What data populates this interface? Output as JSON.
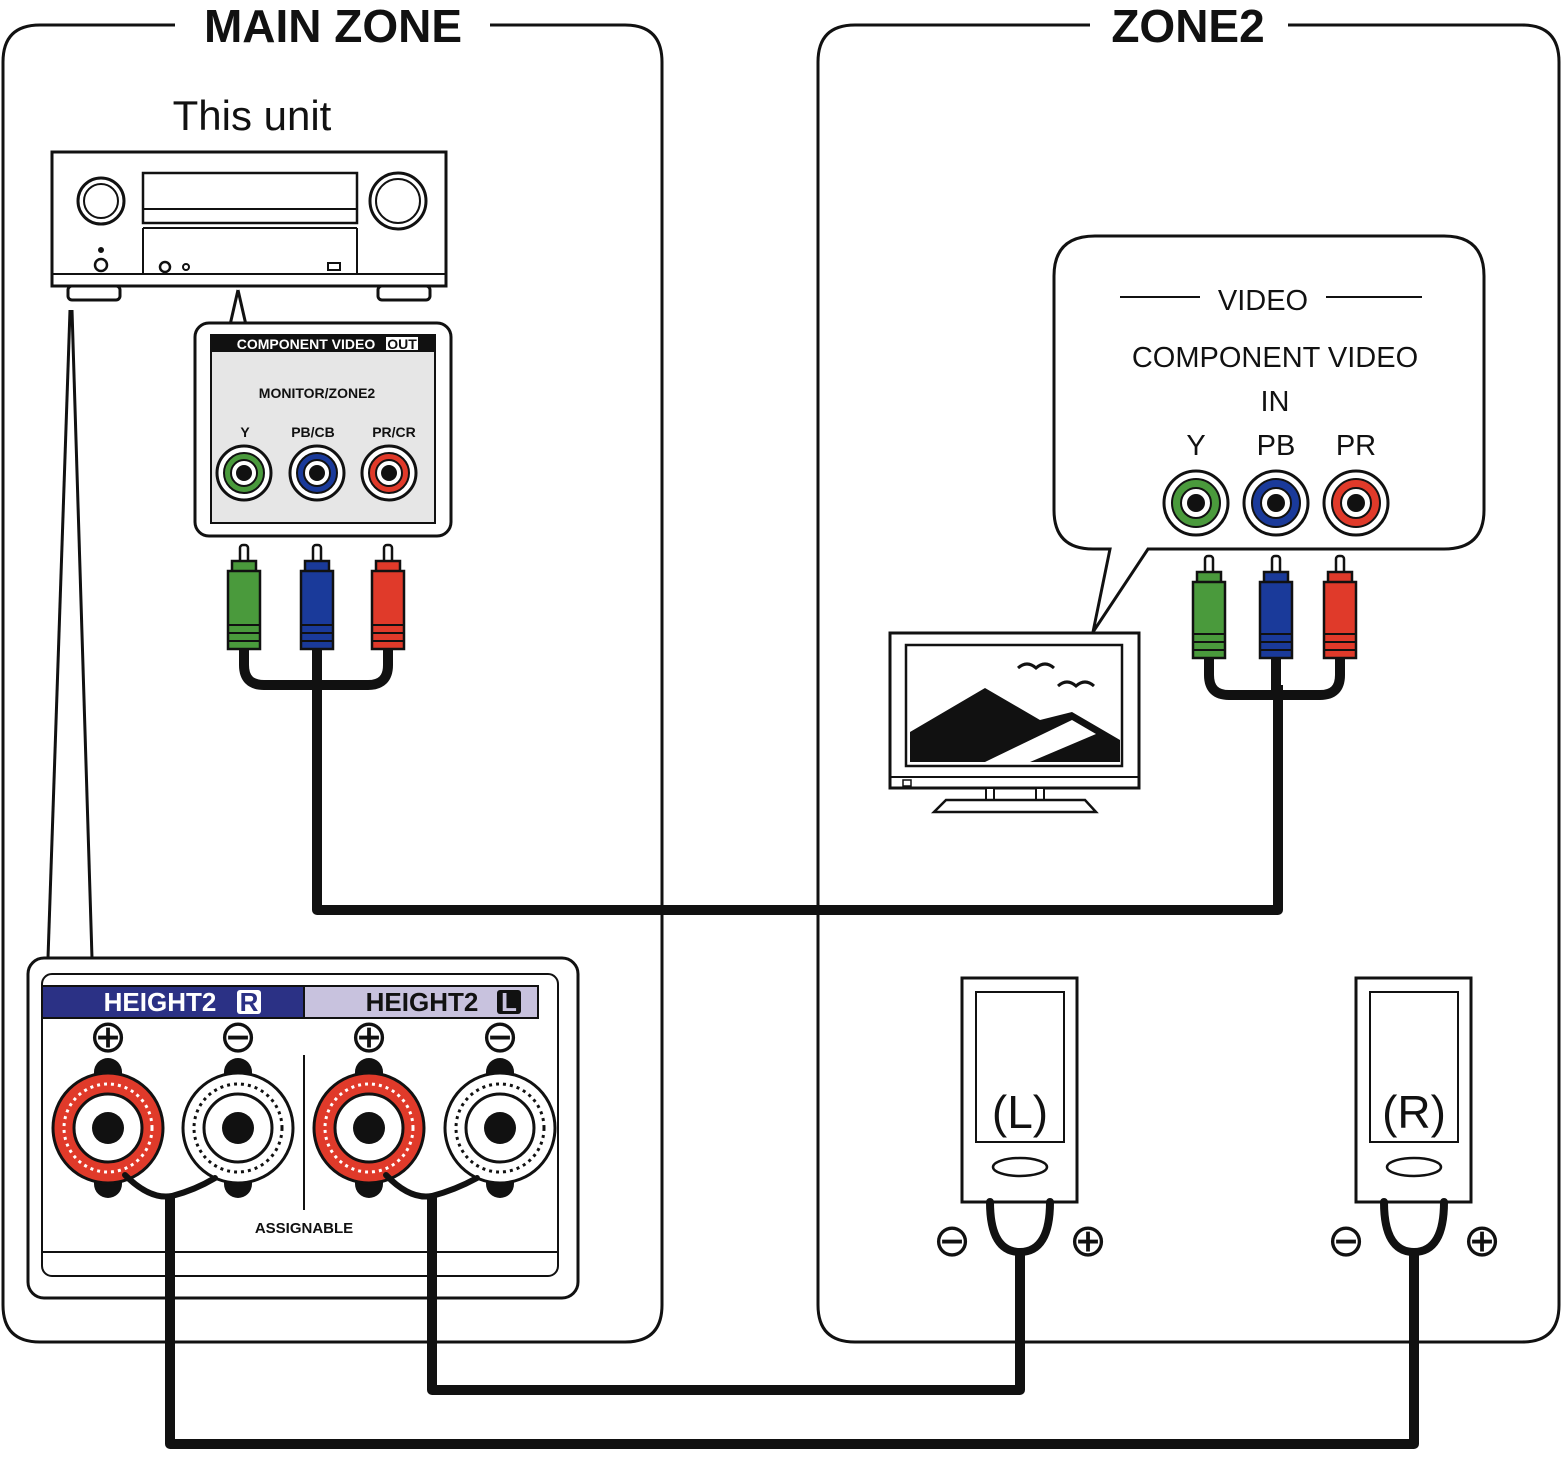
{
  "zones": {
    "main_title": "MAIN ZONE",
    "zone2_title": "ZONE2"
  },
  "unit": {
    "label": "This unit"
  },
  "component_out": {
    "header": "COMPONENT VIDEO",
    "header_badge": "OUT",
    "subtitle": "MONITOR/ZONE2",
    "jacks": [
      {
        "label": "Y",
        "color": "#4a9a3c"
      },
      {
        "label": "PB/CB",
        "color": "#1a3a9a"
      },
      {
        "label": "PR/CR",
        "color": "#e03a2a"
      }
    ]
  },
  "tv_input": {
    "section": "VIDEO",
    "title": "COMPONENT VIDEO",
    "subtitle": "IN",
    "jacks": [
      {
        "label": "Y",
        "color": "#4a9a3c"
      },
      {
        "label": "PB",
        "color": "#1a3a9a"
      },
      {
        "label": "PR",
        "color": "#e03a2a"
      }
    ]
  },
  "speaker_terminals": {
    "right_label": "HEIGHT2",
    "right_badge": "R",
    "left_label": "HEIGHT2",
    "left_badge": "L",
    "plus_symbol": "⊕",
    "minus_symbol": "⊖",
    "footer": "ASSIGNABLE",
    "colors": {
      "header_right": "#2b3185",
      "header_left": "#c8c2de",
      "plus": "#e03a2a"
    }
  },
  "speakers": [
    {
      "label": "(L)"
    },
    {
      "label": "(R)"
    }
  ],
  "speaker_polarity": {
    "minus": "⊖",
    "plus": "⊕"
  }
}
